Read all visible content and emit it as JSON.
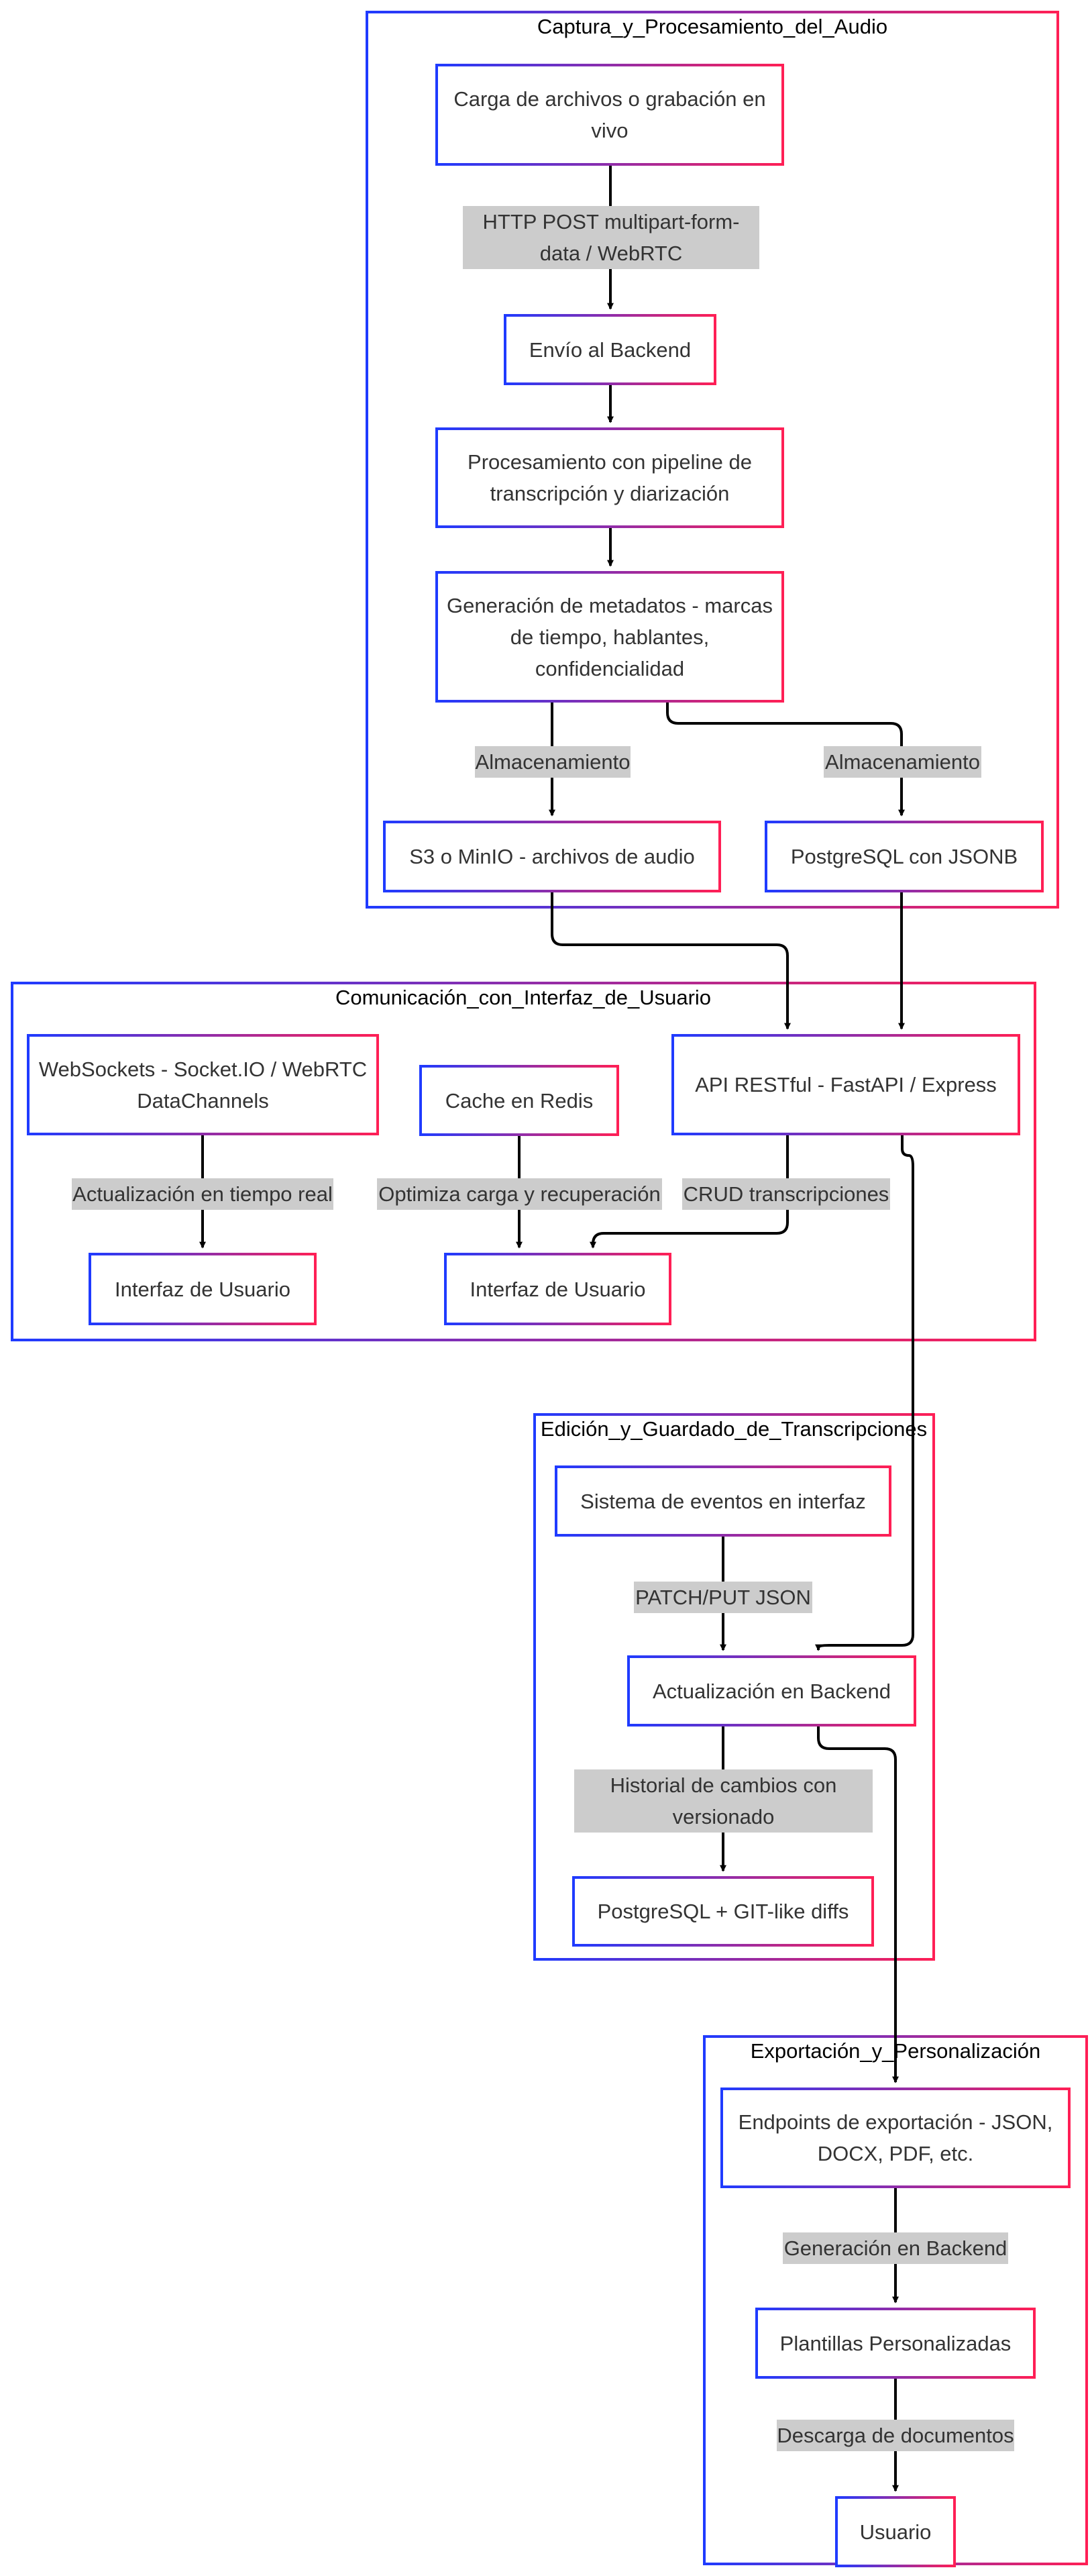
{
  "diagram": {
    "colors": {
      "border_start": "#1f3bff",
      "border_end": "#ff1f55",
      "edge": "#000000",
      "edge_label_bg": "#cccccc",
      "node_text": "#333333",
      "cluster_title": "#000000"
    },
    "clusters": [
      {
        "id": "captura",
        "title": "Captura_y_Procesamiento_del_Audio"
      },
      {
        "id": "comunicacion",
        "title": "Comunicación_con_Interfaz_de_Usuario"
      },
      {
        "id": "edicion",
        "title": "Edición_y_Guardado_de_Transcripciones"
      },
      {
        "id": "exportacion",
        "title": "Exportación_y_Personalización"
      }
    ],
    "nodes": [
      {
        "id": "carga",
        "label": "Carga de archivos o grabación en vivo"
      },
      {
        "id": "envio",
        "label": "Envío al Backend"
      },
      {
        "id": "procesamiento",
        "label": "Procesamiento con pipeline de transcripción y diarización"
      },
      {
        "id": "metadatos",
        "label": "Generación de metadatos - marcas de tiempo, hablantes, confidencialidad"
      },
      {
        "id": "s3",
        "label": "S3 o MinIO - archivos de audio"
      },
      {
        "id": "postgres_jsonb",
        "label": "PostgreSQL con JSONB"
      },
      {
        "id": "websockets",
        "label": "WebSockets - Socket.IO / WebRTC DataChannels"
      },
      {
        "id": "redis",
        "label": "Cache en Redis"
      },
      {
        "id": "api",
        "label": "API RESTful - FastAPI / Express"
      },
      {
        "id": "ui1",
        "label": "Interfaz de Usuario"
      },
      {
        "id": "ui2",
        "label": "Interfaz de Usuario"
      },
      {
        "id": "eventos",
        "label": "Sistema de eventos en interfaz"
      },
      {
        "id": "actualizacion",
        "label": "Actualización en Backend"
      },
      {
        "id": "postgres_git",
        "label": "PostgreSQL + GIT-like diffs"
      },
      {
        "id": "endpoints",
        "label": "Endpoints de exportación - JSON, DOCX, PDF, etc."
      },
      {
        "id": "plantillas",
        "label": "Plantillas Personalizadas"
      },
      {
        "id": "usuario",
        "label": "Usuario"
      }
    ],
    "edges": [
      {
        "from": "carga",
        "to": "envio",
        "label": "HTTP POST multipart-form-data / WebRTC"
      },
      {
        "from": "envio",
        "to": "procesamiento",
        "label": ""
      },
      {
        "from": "procesamiento",
        "to": "metadatos",
        "label": ""
      },
      {
        "from": "metadatos",
        "to": "s3",
        "label": "Almacenamiento"
      },
      {
        "from": "metadatos",
        "to": "postgres_jsonb",
        "label": "Almacenamiento"
      },
      {
        "from": "s3",
        "to": "api",
        "label": ""
      },
      {
        "from": "postgres_jsonb",
        "to": "api",
        "label": ""
      },
      {
        "from": "websockets",
        "to": "ui1",
        "label": "Actualización en tiempo real"
      },
      {
        "from": "redis",
        "to": "ui2",
        "label": "Optimiza carga y recuperación"
      },
      {
        "from": "api",
        "to": "ui2",
        "label": "CRUD transcripciones"
      },
      {
        "from": "api",
        "to": "actualizacion",
        "label": ""
      },
      {
        "from": "eventos",
        "to": "actualizacion",
        "label": "PATCH/PUT JSON"
      },
      {
        "from": "actualizacion",
        "to": "postgres_git",
        "label": "Historial de cambios con versionado"
      },
      {
        "from": "actualizacion",
        "to": "endpoints",
        "label": ""
      },
      {
        "from": "endpoints",
        "to": "plantillas",
        "label": "Generación en Backend"
      },
      {
        "from": "plantillas",
        "to": "usuario",
        "label": "Descarga de documentos"
      }
    ]
  }
}
